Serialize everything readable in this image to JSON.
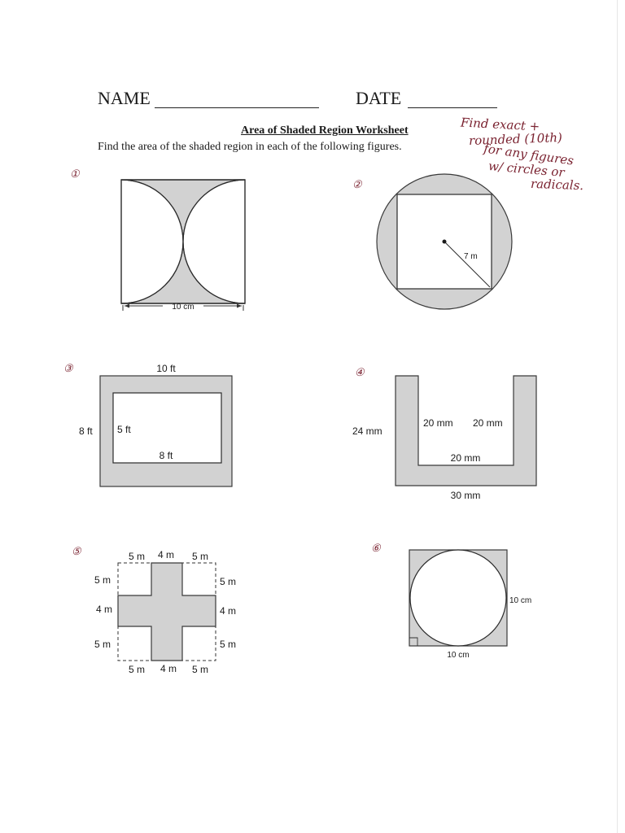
{
  "header": {
    "name_label": "NAME",
    "date_label": "DATE"
  },
  "worksheet": {
    "title": "Area of Shaded Region Worksheet",
    "instructions": "Find the area of the shaded region in each of the following figures."
  },
  "handwritten_note": {
    "lines": [
      "Find exact +",
      "rounded (10th)",
      "for any figures",
      "w/ circles or",
      "radicals."
    ]
  },
  "problems": [
    {
      "number": "①",
      "labels": {
        "width": "10 cm"
      }
    },
    {
      "number": "②",
      "labels": {
        "radius": "7 m"
      }
    },
    {
      "number": "③",
      "labels": {
        "outer_width": "10 ft",
        "outer_height": "8 ft",
        "inner_height": "5 ft",
        "inner_width": "8 ft"
      }
    },
    {
      "number": "④",
      "labels": {
        "height": "24 mm",
        "inner_left": "20 mm",
        "inner_right": "20 mm",
        "inner_bottom": "20 mm",
        "base": "30 mm"
      }
    },
    {
      "number": "⑤",
      "labels": {
        "top_left": "5 m",
        "top_mid": "4 m",
        "top_right": "5 m",
        "left_top": "5 m",
        "left_mid": "4 m",
        "left_bottom": "5 m",
        "right_top": "5 m",
        "right_mid": "4 m",
        "right_bottom": "5 m",
        "bottom_left": "5 m",
        "bottom_mid": "4 m",
        "bottom_right": "5 m"
      }
    },
    {
      "number": "⑥",
      "labels": {
        "side": "10 cm",
        "bottom": "10 cm"
      }
    }
  ]
}
